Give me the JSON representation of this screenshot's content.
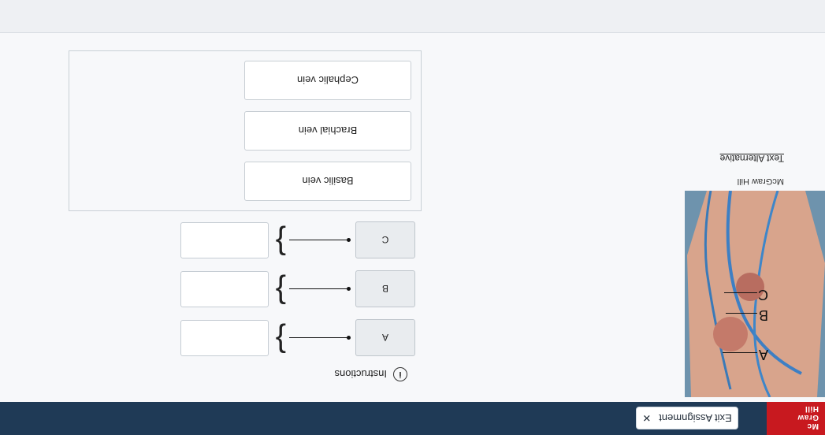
{
  "header": {
    "logo_lines": [
      "Mc",
      "Graw",
      "Hill"
    ],
    "exit_label": "Exit Assignment",
    "exit_icon": "close-icon"
  },
  "instructions": {
    "icon": "info-icon",
    "label": "Instructions"
  },
  "figure": {
    "labels": [
      "A",
      "B",
      "C"
    ],
    "credit": "McGraw Hill",
    "text_alternative": "Text Alternative"
  },
  "matching": {
    "rows": [
      {
        "chip": "A"
      },
      {
        "chip": "B"
      },
      {
        "chip": "C"
      }
    ]
  },
  "answer_bank": {
    "options": [
      "Basilic vein",
      "Brachial vein",
      "Cephalic vein"
    ]
  },
  "colors": {
    "header_bg": "#1f3a56",
    "logo_bg": "#c8191f"
  }
}
